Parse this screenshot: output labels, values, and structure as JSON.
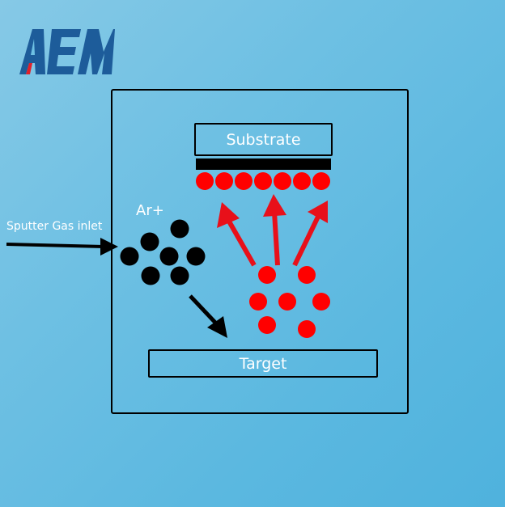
{
  "logo": {
    "text": "AEM"
  },
  "labels": {
    "gas_inlet": "Sputter Gas inlet",
    "argon_ion": "Ar+",
    "substrate": "Substrate",
    "target": "Target"
  },
  "colors": {
    "background": "#5bb8e0",
    "logo_blue": "#1d5c9a",
    "logo_red": "#e0202a",
    "ions": "#000000",
    "sputtered_atoms": "#ff0000",
    "ejection_arrows": "#e8101a",
    "outlines": "#000000",
    "label_text": "#ffffff"
  }
}
